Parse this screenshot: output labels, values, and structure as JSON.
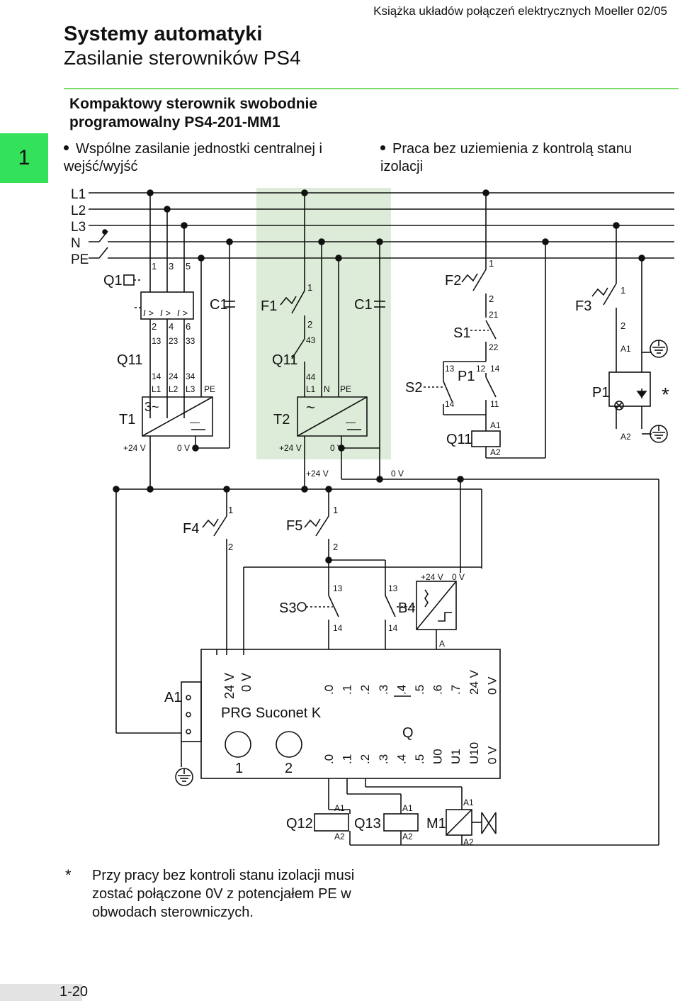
{
  "header": {
    "book": "Książka układów połączeń elektrycznych Moeller 02/05",
    "title": "Systemy automatyki",
    "subtitle": "Zasilanie sterowników PS4",
    "chapter_tab": "1",
    "page": "1-20"
  },
  "section": {
    "heading": "Kompaktowy sterownik swobodnie programowalny PS4-201-MM1",
    "bullet_left": "Wspólne zasilanie jednostki centralnej i wejść/wyjść",
    "bullet_right": "Praca bez uziemienia z kontrolą stanu izolacji"
  },
  "footnote": {
    "mark": "*",
    "text": "Przy pracy bez kontroli stanu izolacji musi zostać połączone 0V z potencjałem PE w obwodach sterowniczych."
  },
  "diagram": {
    "highlight_color": "#dcecd8",
    "rails": [
      "L1",
      "L2",
      "L3",
      "N",
      "PE"
    ],
    "labels": {
      "q1": "Q1",
      "q11": "Q11",
      "t1": "T1",
      "t2": "T2",
      "c1": "C1",
      "f1": "F1",
      "f2": "F2",
      "f3": "F3",
      "f4": "F4",
      "f5": "F5",
      "s1": "S1",
      "s2": "S2",
      "s3": "S3",
      "p1": "P1",
      "b4": "B4",
      "a1": "A1",
      "q12": "Q12",
      "q13": "Q13",
      "m1": "M1",
      "plus24": "+24 V",
      "zero": "0 V",
      "prg": "PRG Suconet K",
      "q": "Q",
      "star": "*",
      "three_ac": "3~",
      "ac": "~",
      "dash": "—",
      "iover": "I >",
      "a_term": "A"
    },
    "plc_top_terminals": [
      ".0",
      ".1",
      ".2",
      ".3",
      ".4",
      ".5",
      ".6",
      ".7",
      "24 V",
      "0 V"
    ],
    "plc_bottom_terminals": [
      ".0",
      ".1",
      ".2",
      ".3",
      ".4",
      ".5",
      "U0",
      "U1",
      "U10",
      "0 V"
    ],
    "plc_supply": [
      "24 V",
      "0 V"
    ],
    "prg_ports": [
      "1",
      "2"
    ],
    "terminals": {
      "t1": "1",
      "t2": "2",
      "t3": "3",
      "t4": "4",
      "t5": "5",
      "t6": "6",
      "t11": "11",
      "t12": "12",
      "t13": "13",
      "t14": "14",
      "t21": "21",
      "t22": "22",
      "t23": "23",
      "t24": "24",
      "t33": "33",
      "t34": "34",
      "t43": "43",
      "t44": "44",
      "tA1": "A1",
      "tA2": "A2",
      "tL1": "L1",
      "tL2": "L2",
      "tL3": "L3",
      "tN": "N",
      "tPE": "PE"
    }
  }
}
